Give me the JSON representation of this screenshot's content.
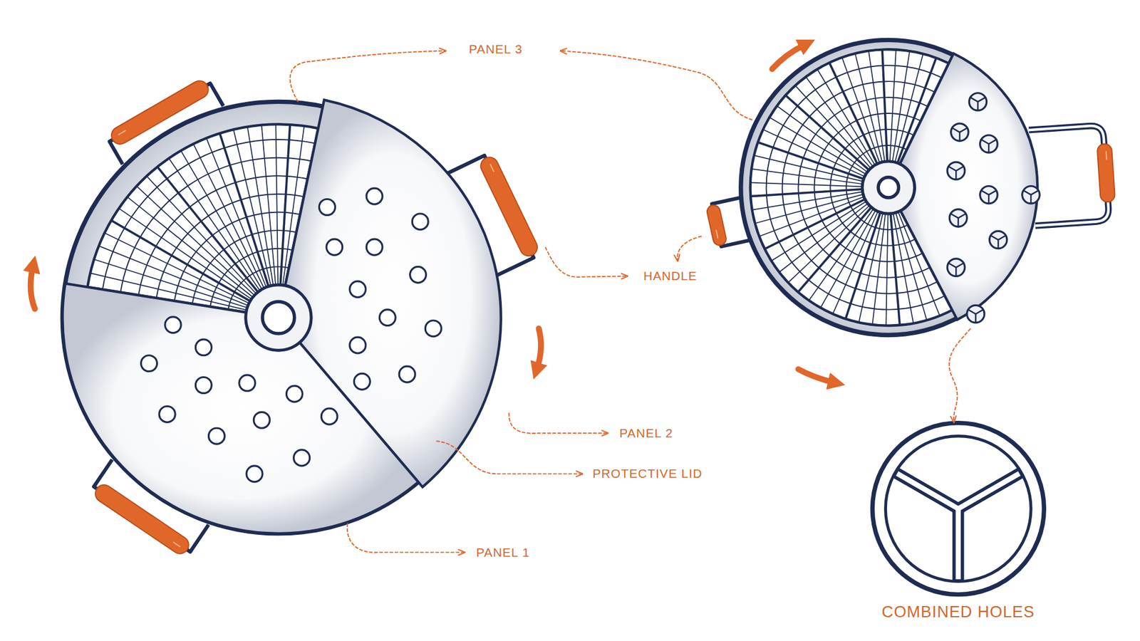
{
  "diagram": {
    "labels": [
      "PANEL 3",
      "HANDLE",
      "PANEL 2",
      "PROTECTIVE LID",
      "PANEL 1",
      "COMBINED HOLES"
    ]
  }
}
